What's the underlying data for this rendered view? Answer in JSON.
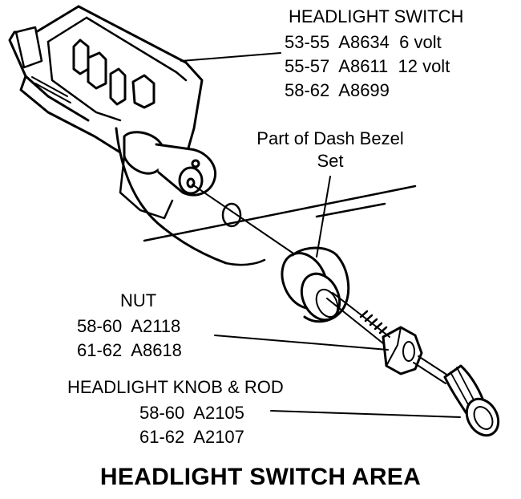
{
  "diagram": {
    "title": "HEADLIGHT SWITCH AREA",
    "callouts": {
      "headlight_switch": {
        "heading": "HEADLIGHT SWITCH",
        "rows": [
          "53-55  A8634  6 volt",
          "55-57  A8611  12 volt",
          "58-62  A8699"
        ]
      },
      "dash_bezel": {
        "line1": "Part of Dash Bezel",
        "line2": "Set"
      },
      "nut": {
        "heading": "NUT",
        "rows": [
          "58-60  A2118",
          "61-62  A8618"
        ]
      },
      "knob_rod": {
        "heading": "HEADLIGHT KNOB & ROD",
        "rows": [
          "58-60  A2105",
          "61-62  A2107"
        ]
      }
    },
    "parts": [
      "headlight-switch-body",
      "dash-panel",
      "dash-bezel",
      "nut",
      "headlight-knob-rod"
    ],
    "colors": {
      "ink": "#000000",
      "paper": "#ffffff"
    }
  }
}
